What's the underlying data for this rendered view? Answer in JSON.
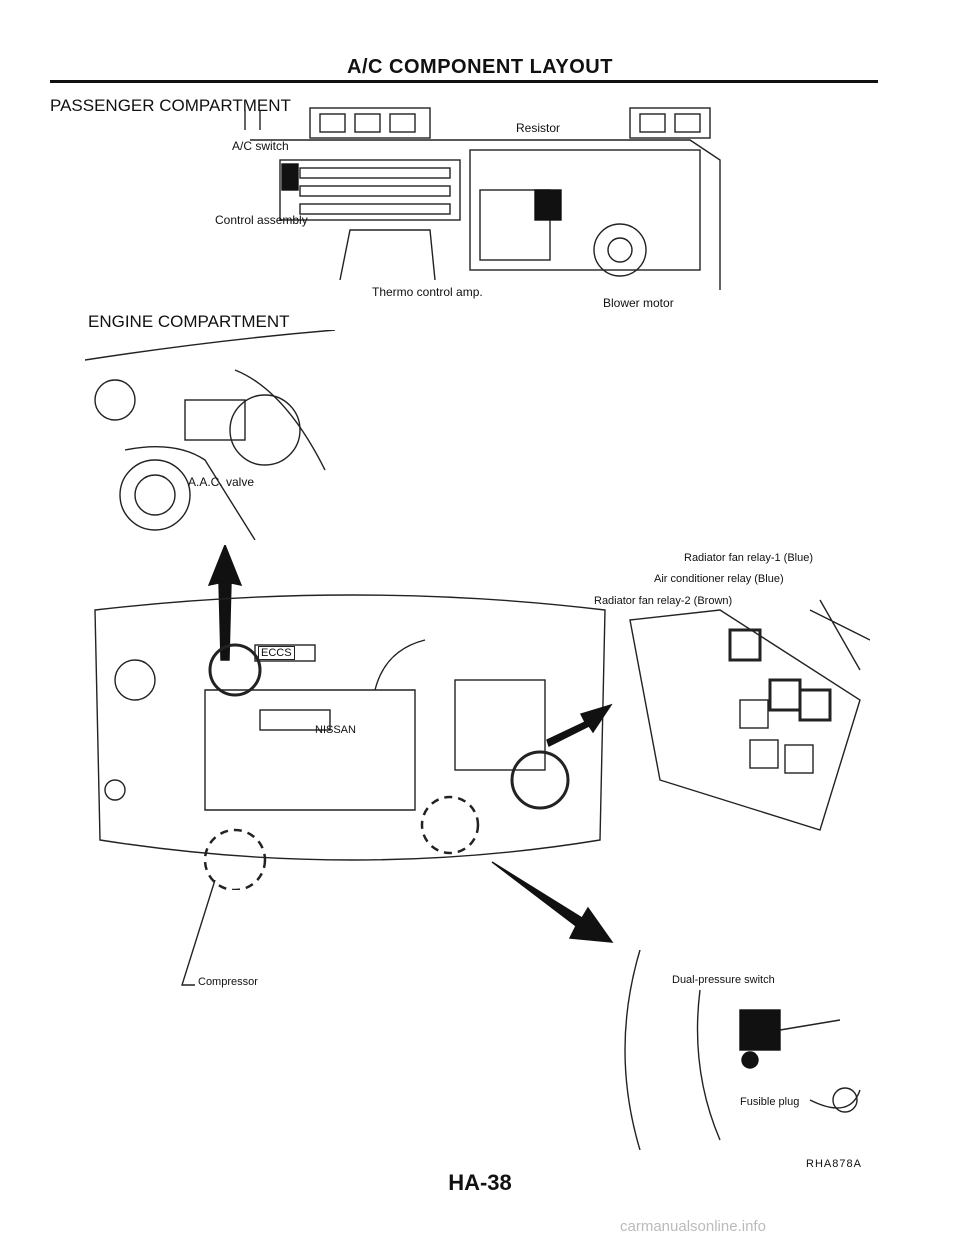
{
  "page_title": "A/C COMPONENT LAYOUT",
  "passenger": {
    "heading": "PASSENGER COMPARTMENT",
    "labels": {
      "ac_switch": "A/C switch",
      "resistor": "Resistor",
      "control_assembly": "Control assembly",
      "thermo_control_amp": "Thermo control amp.",
      "blower_motor": "Blower motor"
    }
  },
  "engine": {
    "heading": "ENGINE COMPARTMENT",
    "labels": {
      "aac_valve": "A.A.C. valve",
      "radiator_fan_relay_1": "Radiator fan relay-1 (Blue)",
      "air_conditioner_relay": "Air conditioner relay (Blue)",
      "radiator_fan_relay_2": "Radiator fan relay-2 (Brown)",
      "compressor": "Compressor",
      "dual_pressure_switch": "Dual-pressure switch",
      "fusible_plug": "Fusible plug",
      "eccs": "ECCS",
      "nissan": "NISSAN"
    }
  },
  "figure_code": "RHA878A",
  "page_number": "HA-38",
  "watermark": "carmanualsonline.info"
}
